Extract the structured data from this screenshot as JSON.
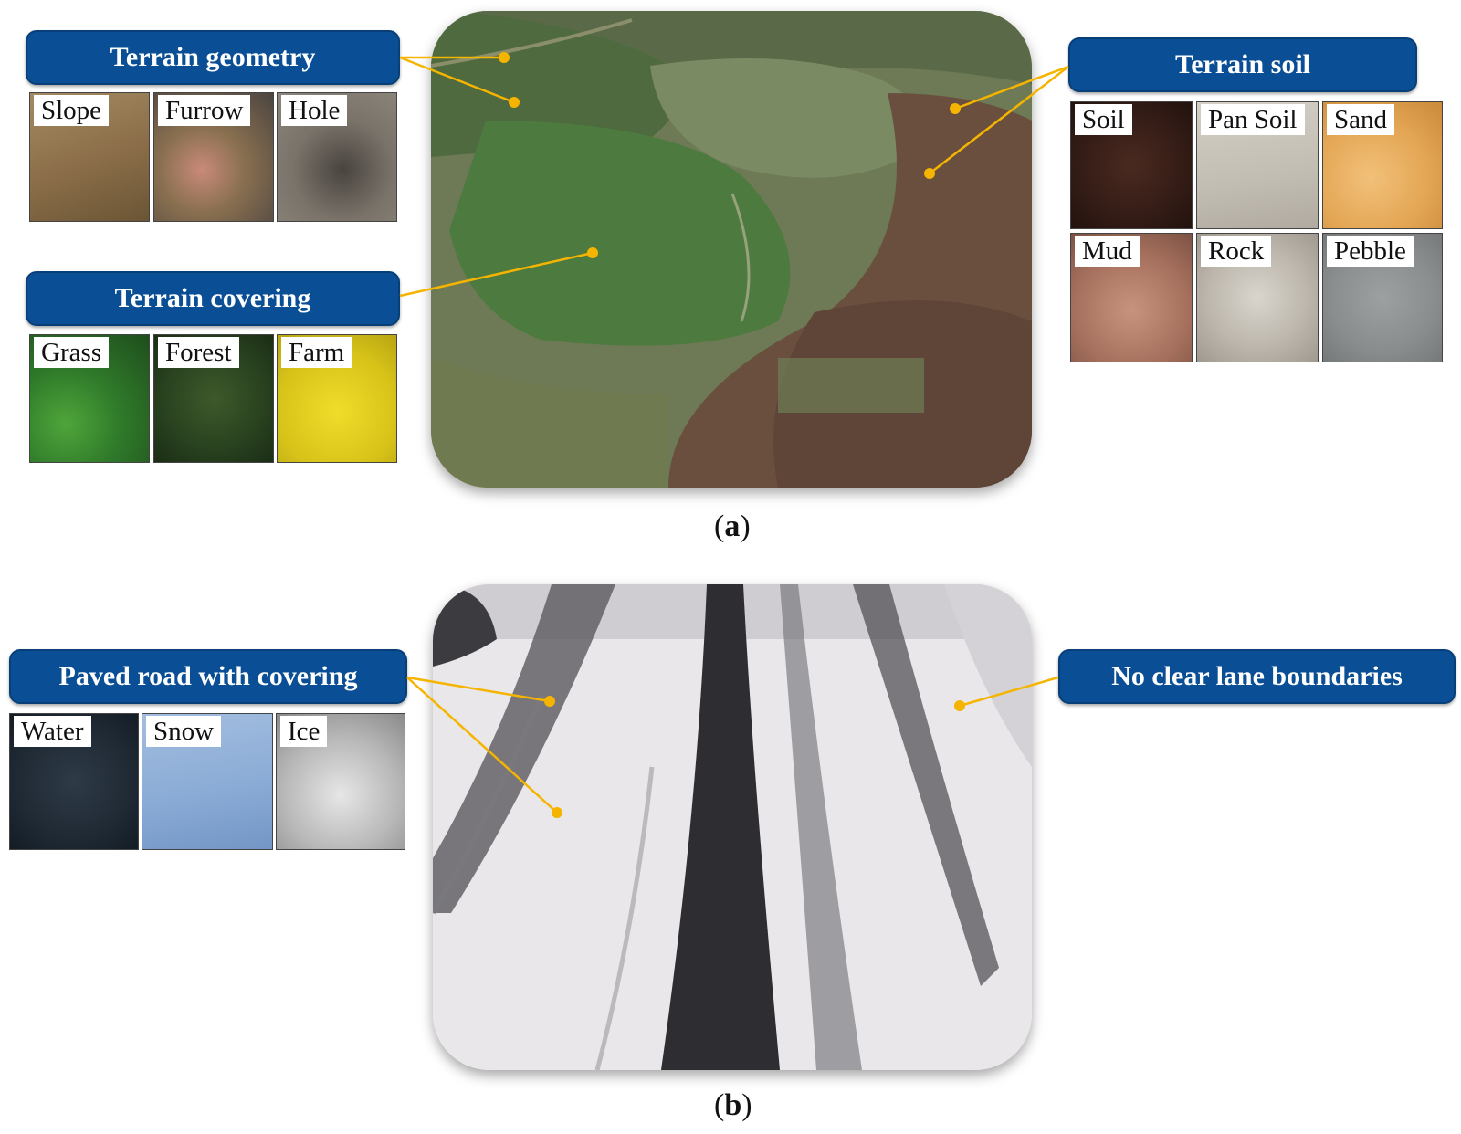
{
  "panel_a": {
    "caption_open": "(",
    "caption_letter": "a",
    "caption_close": ")",
    "groups": {
      "terrain_geometry": {
        "title": "Terrain geometry",
        "items": [
          "Slope",
          "Furrow",
          "Hole"
        ]
      },
      "terrain_covering": {
        "title": "Terrain covering",
        "items": [
          "Grass",
          "Forest",
          "Farm"
        ]
      },
      "terrain_soil": {
        "title": "Terrain soil",
        "items": [
          "Soil",
          "Pan Soil",
          "Sand",
          "Mud",
          "Rock",
          "Pebble"
        ]
      }
    }
  },
  "panel_b": {
    "caption_open": "(",
    "caption_letter": "b",
    "caption_close": ")",
    "groups": {
      "paved_road": {
        "title": "Paved road with covering",
        "items": [
          "Water",
          "Snow",
          "Ice"
        ]
      },
      "no_lane": {
        "title": "No clear lane boundaries"
      }
    }
  },
  "colors": {
    "header_blue": "#0a4f96",
    "leader_orange": "#f5b400"
  }
}
